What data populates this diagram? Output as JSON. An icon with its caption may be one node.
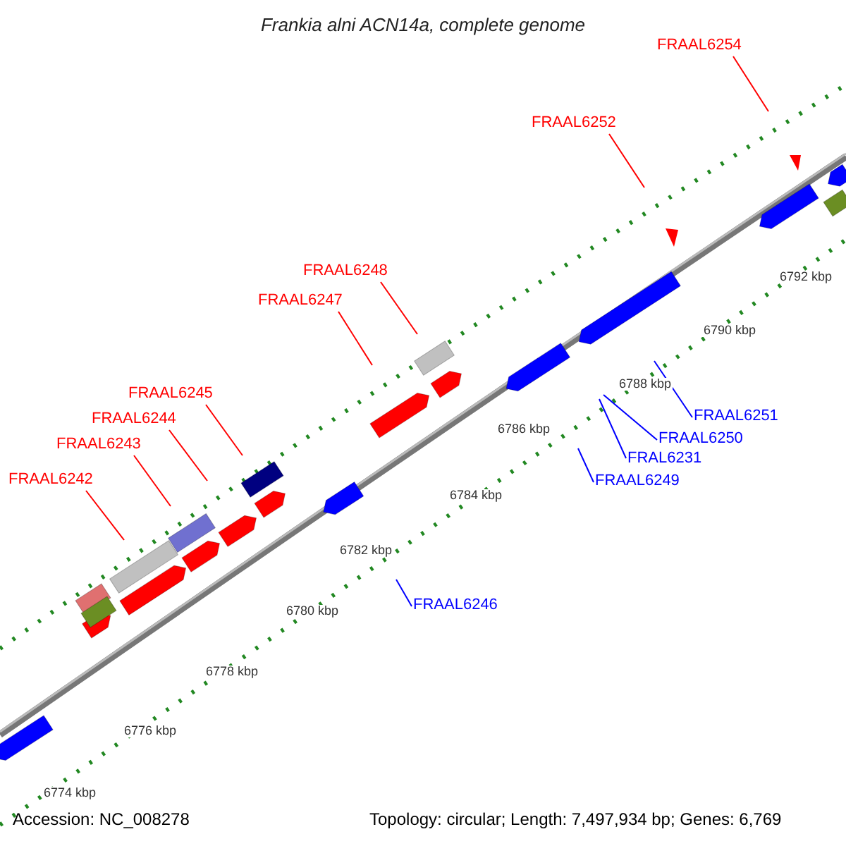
{
  "diagram": {
    "title": "Frankia alni ACN14a, complete genome",
    "nodes": [
      {
        "text": [
          "FRAAL6254"
        ]
      },
      {
        "text": [
          "FRAAL6252"
        ]
      },
      {
        "text": [
          "FRAAL6248"
        ]
      },
      {
        "text": [
          "FRAAL6247"
        ]
      },
      {
        "text": [
          "FRAAL6245"
        ]
      },
      {
        "text": [
          "FRAAL6244"
        ]
      },
      {
        "text": [
          "FRAAL6243"
        ]
      },
      {
        "text": [
          "FRAAL6242"
        ]
      },
      {
        "text": [
          "FRAAL6251"
        ]
      },
      {
        "text": [
          "FRAAL6250"
        ]
      },
      {
        "text": [
          "FRAL6231"
        ]
      },
      {
        "text": [
          "FRAAL6249"
        ]
      },
      {
        "text": [
          "FRAAL6246"
        ]
      }
    ],
    "edges": [
      {
        "from": 0,
        "to": null,
        "arrow": "none"
      },
      {
        "from": 1,
        "to": null,
        "arrow": "none"
      },
      {
        "from": 2,
        "to": null,
        "arrow": "none"
      },
      {
        "from": 3,
        "to": null,
        "arrow": "none"
      },
      {
        "from": 4,
        "to": null,
        "arrow": "none"
      },
      {
        "from": 5,
        "to": null,
        "arrow": "none"
      },
      {
        "from": 6,
        "to": null,
        "arrow": "none"
      },
      {
        "from": 7,
        "to": null,
        "arrow": "none"
      },
      {
        "from": 8,
        "to": null,
        "arrow": "none",
        "color": "#0000ff"
      },
      {
        "from": 9,
        "to": null,
        "arrow": "none",
        "color": "#0000ff"
      },
      {
        "from": 10,
        "to": null,
        "arrow": "none",
        "color": "#0000ff"
      },
      {
        "from": 11,
        "to": null,
        "arrow": "none",
        "color": "#0000ff"
      },
      {
        "from": 12,
        "to": null,
        "arrow": "none",
        "color": "#0000ff"
      }
    ],
    "labels": [
      "6792 kbp",
      "6790 kbp",
      "6788 kbp",
      "6786 kbp",
      "6784 kbp",
      "6782 kbp",
      "6780 kbp",
      "6778 kbp",
      "6776 kbp",
      "6774 kbp",
      "Accession: NC_008278",
      "Topology: circular; Length: 7,497,934 bp; Genes: 6,769"
    ]
  }
}
